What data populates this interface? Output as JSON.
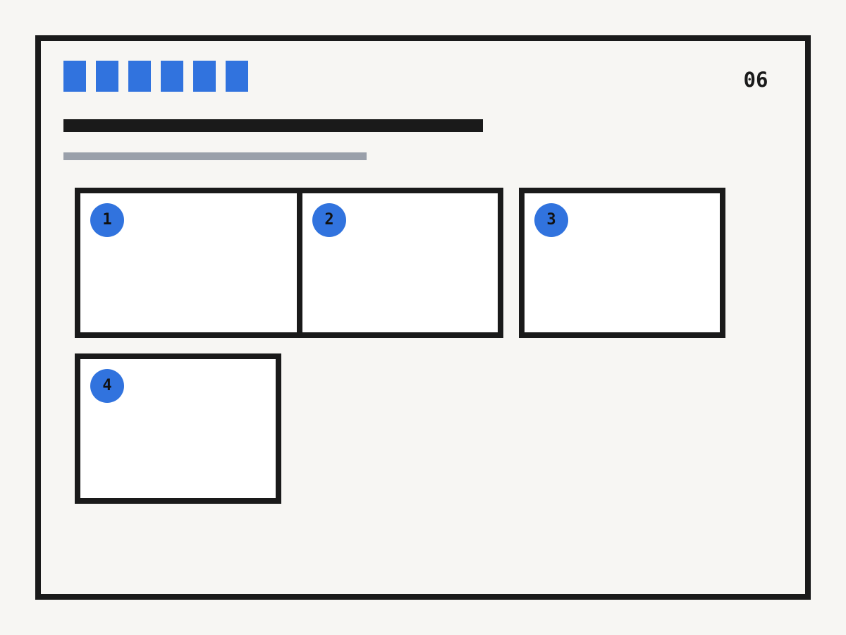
{
  "header": {
    "page_number": "06",
    "progress_ticks": 6
  },
  "colors": {
    "accent": "#3173de",
    "ink": "#1a1a1a",
    "muted": "#9aa0aa",
    "background": "#f7f6f3",
    "panel": "#ffffff"
  },
  "panels": [
    {
      "badge": "1"
    },
    {
      "badge": "2"
    },
    {
      "badge": "3"
    },
    {
      "badge": "4"
    }
  ]
}
